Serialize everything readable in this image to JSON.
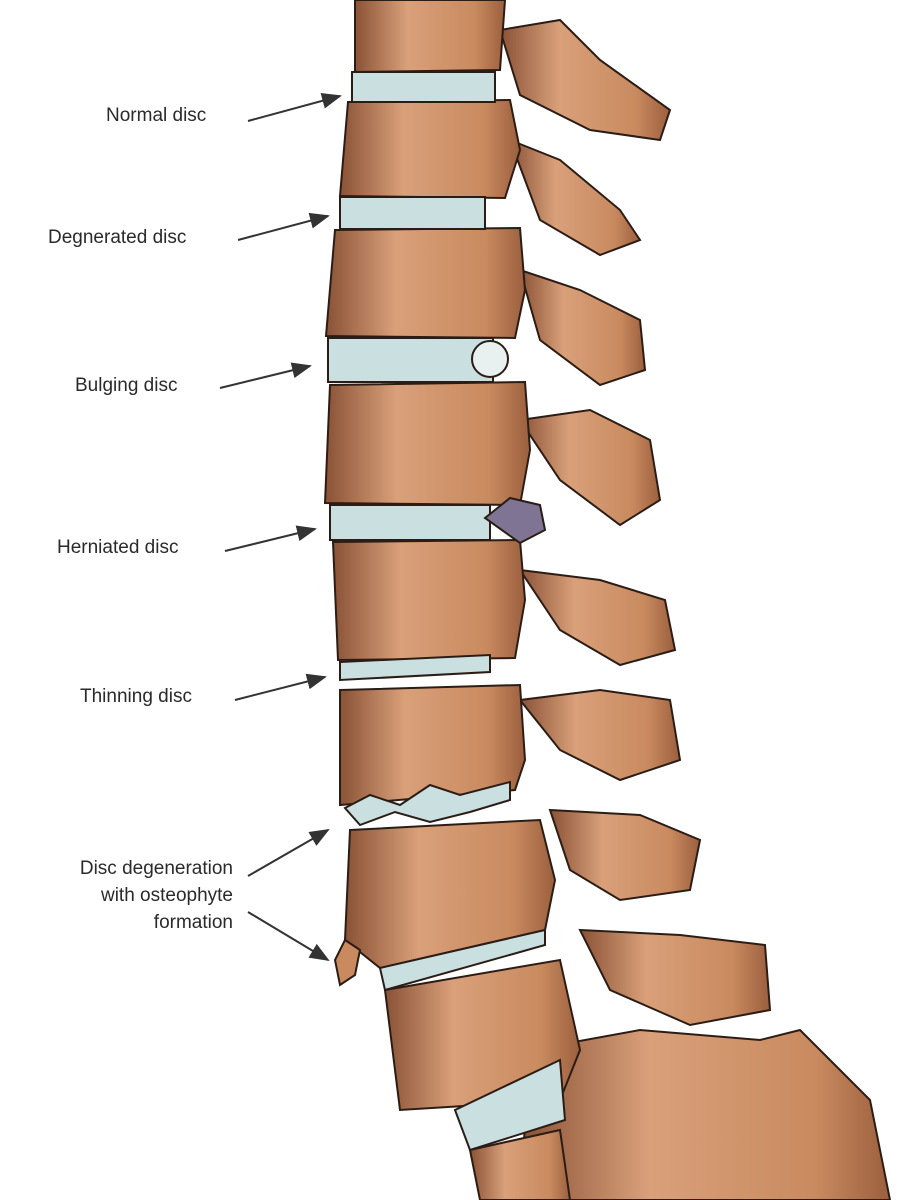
{
  "labels": {
    "normal": "Normal disc",
    "degenerated": "Degnerated disc",
    "bulging": "Bulging disc",
    "herniated": "Herniated disc",
    "thinning": "Thinning disc",
    "osteophyte_line1": "Disc degeneration",
    "osteophyte_line2": "with osteophyte",
    "osteophyte_line3": "formation"
  },
  "colors": {
    "bone": "#c98a5f",
    "bone_shadow": "#8a5236",
    "disc": "#c9dfe0",
    "herniation": "#7f7494",
    "outline": "#2b1d16",
    "arrow": "#333333"
  }
}
